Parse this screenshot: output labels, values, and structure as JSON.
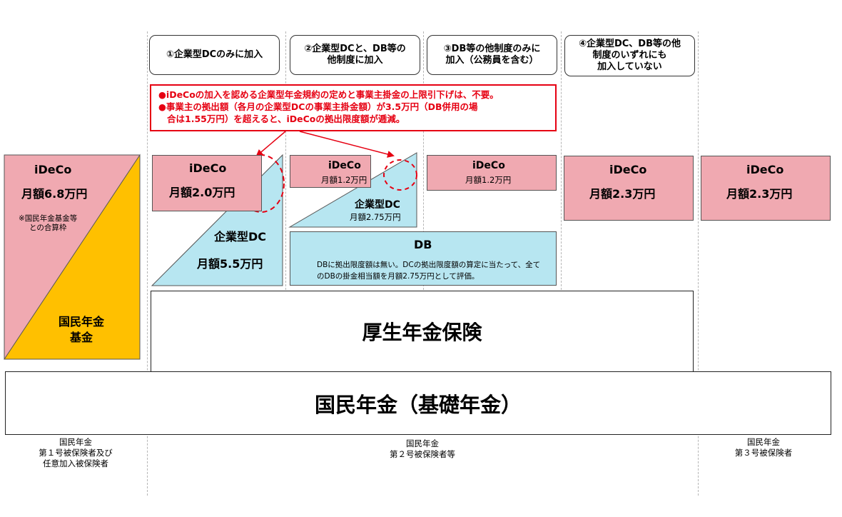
{
  "headers": [
    {
      "label": "①企業型DCのみに加入"
    },
    {
      "label": "②企業型DCと、DB等の\n他制度に加入"
    },
    {
      "label": "③DB等の他制度のみに\n加入（公務員を含む）"
    },
    {
      "label": "④企業型DC、DB等の他\n制度のいずれにも\n加入していない"
    }
  ],
  "notice": {
    "line1": "●iDeCoの加入を認める企業型年金規約の定めと事業主掛金の上限引下げは、不要。",
    "line2": "●事業主の拠出額（各月の企業型DCの事業主掛金額）が3.5万円（DB併用の場",
    "line3": "合は1.55万円）を超えると、iDeCoの拠出限度額が逓減。"
  },
  "col0": {
    "ideco": "iDeCo",
    "amount": "月額6.8万円",
    "note": "※国民年金基金等\nとの合算枠",
    "fund": "国民年金\n基金"
  },
  "col1": {
    "ideco": "iDeCo",
    "ideco_amount": "月額2.0万円",
    "dc": "企業型DC",
    "dc_amount": "月額5.5万円"
  },
  "col2": {
    "ideco": "iDeCo",
    "ideco_amount": "月額1.2万円",
    "dc": "企業型DC",
    "dc_amount": "月額2.75万円",
    "db_title": "DB",
    "db_note1": "DBに拠出限度額は無い。DCの拠出限度額の算定に当たって、全て",
    "db_note2": "のDBの掛金相当額を月額2.75万円として評価。"
  },
  "col3": {
    "ideco": "iDeCo",
    "ideco_amount": "月額1.2万円"
  },
  "col4": {
    "ideco": "iDeCo",
    "ideco_amount": "月額2.3万円"
  },
  "col5": {
    "ideco": "iDeCo",
    "ideco_amount": "月額2.3万円"
  },
  "kousei": "厚生年金保険",
  "kokumin": "国民年金（基礎年金）",
  "footers": [
    {
      "label": "国民年金\n第１号被保険者及び\n任意加入被保険者"
    },
    {
      "label": "国民年金\n第２号被保険者等"
    },
    {
      "label": "国民年金\n第３号被保険者"
    }
  ],
  "colors": {
    "pink": "#f0a9b1",
    "blue": "#b7e6f1",
    "yellow": "#ffc000",
    "red": "#e60012"
  }
}
